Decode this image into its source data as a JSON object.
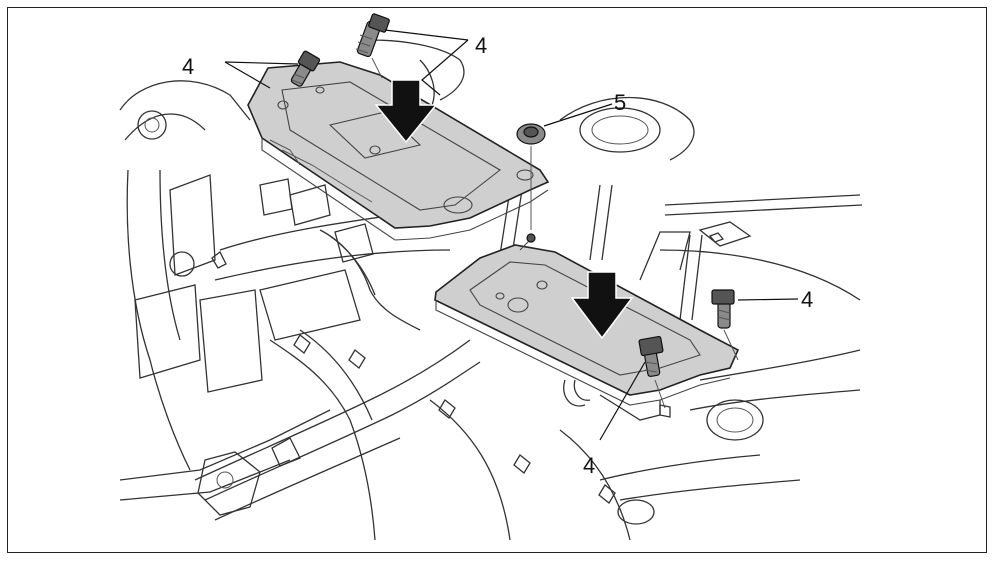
{
  "callouts": {
    "c1": "4",
    "c2": "4",
    "c3": "5",
    "c4": "4",
    "c5": "4"
  },
  "colors": {
    "panel_fill": "#cfcfcf",
    "line": "#333333",
    "arrow": "#111111"
  }
}
